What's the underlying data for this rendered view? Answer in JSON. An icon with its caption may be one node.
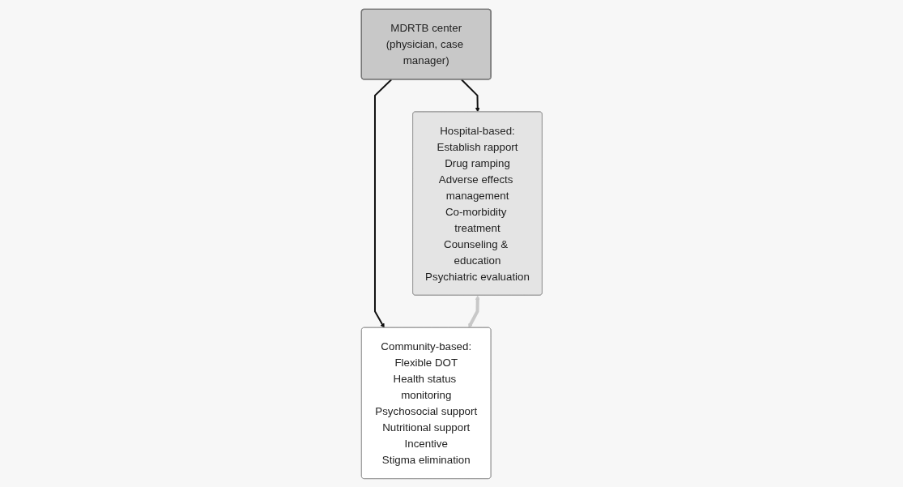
{
  "diagram": {
    "nodes": [
      {
        "text": [
          "MDRTB center",
          "(physician, case manager)"
        ]
      },
      {
        "text": [
          "Hospital-based:",
          "Establish rapport",
          "Drug ramping",
          "Adverse effects management",
          "Co-morbidity treatment",
          "Counseling & education",
          "Psychiatric evaluation"
        ]
      },
      {
        "text": [
          "Community-based:",
          "Flexible DOT",
          "Health status monitoring",
          "Psychosocial support",
          "Nutritional support",
          "Incentive",
          "Stigma elimination"
        ]
      }
    ],
    "edges": [
      {
        "from": 0,
        "to": 1,
        "arrow": "to"
      },
      {
        "from": 0,
        "to": 2,
        "arrow": "to"
      },
      {
        "from": 1,
        "to": 2,
        "arrow": "both",
        "style": "thick",
        "color": "#c8c8c8"
      }
    ]
  }
}
